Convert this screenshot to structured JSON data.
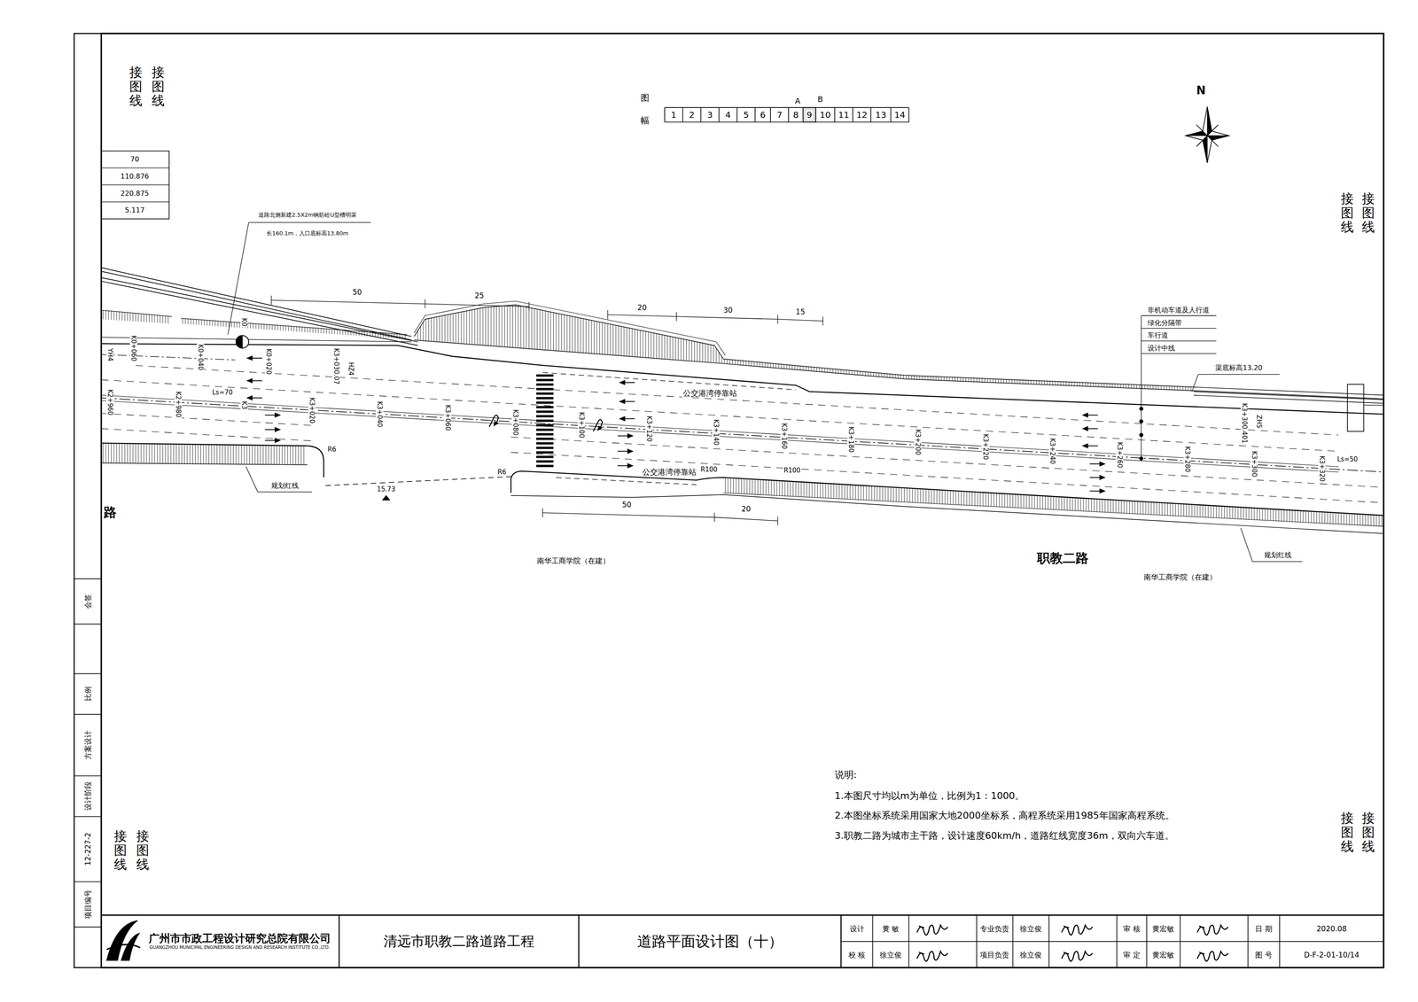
{
  "diagram": {
    "nodes": [
      {
        "text": [
          "广州市市政工程设计研究总院有限公司",
          "GUANGZHOU MUNICIPAL ENGINEERING DESIGN AND RESEARCH INSTITUTE CO.,LTD."
        ]
      },
      {
        "text": [
          "清远市职教二路道路工程"
        ]
      },
      {
        "text": [
          "道路平面设计图（十）"
        ]
      }
    ],
    "labels": [
      "70",
      "110.876",
      "220.875",
      "5.117",
      "接图线",
      "接图线",
      "接图线",
      "接图线",
      "接图线",
      "接图线",
      "接图线",
      "接图线",
      "道路北侧新建2.5X2m钢筋砼U型槽明渠",
      "长160.1m，入口底标高13.80m",
      "50",
      "25",
      "20",
      "30",
      "15",
      "YH4",
      "K0+060",
      "K0+040",
      "K0+020",
      "K0",
      "K3+030.07",
      "HZ4",
      "Ls=70",
      "K3",
      "K2+960",
      "K2+980",
      "K3+020",
      "K3+040",
      "K3+060",
      "K3+080",
      "K3+100",
      "K3+120",
      "K3+140",
      "K3+160",
      "K3+180",
      "K3+200",
      "K3+220",
      "K3+240",
      "K3+260",
      "K3+280",
      "K3+300",
      "K3+300.401",
      "ZH5",
      "K3+320",
      "Ls=50",
      "公交港湾停靠站",
      "公交港湾停靠站",
      "R6",
      "R6",
      "R100",
      "R100",
      "规划红线",
      "15.73",
      "50",
      "20",
      "南华工商学院（在建）",
      "职教二路",
      "南华工商学院（在建）",
      "规划红线",
      "路",
      "非机动车道及人行道",
      "绿化分隔带",
      "车行道",
      "设计中线",
      "渠底标高13.20",
      "N",
      "图",
      "幅",
      "1",
      "2",
      "3",
      "4",
      "5",
      "6",
      "7",
      "8",
      "9",
      "10",
      "11",
      "12",
      "13",
      "14",
      "A",
      "B",
      "说明:",
      "1.本图尺寸均以m为单位，比例为1：1000。",
      "2.本图坐标系统采用国家大地2000坐标系，高程系统采用1985年国家高程系统。",
      "3.职教二路为城市主干路，设计速度60km/h，道路红线宽度36m，双向六车道。",
      "会签",
      "比例",
      "方案设计",
      "设计阶段",
      "12-227-2",
      "项目编号",
      "设计",
      "黄 敏",
      "专业负责",
      "徐立俊",
      "审 核",
      "黄宏敏",
      "日 期",
      "2020.08",
      "校 核",
      "徐立俊",
      "项目负责",
      "徐立俊",
      "审 定",
      "黄宏敏",
      "图 号",
      "D-F-2-01-10/14"
    ]
  }
}
